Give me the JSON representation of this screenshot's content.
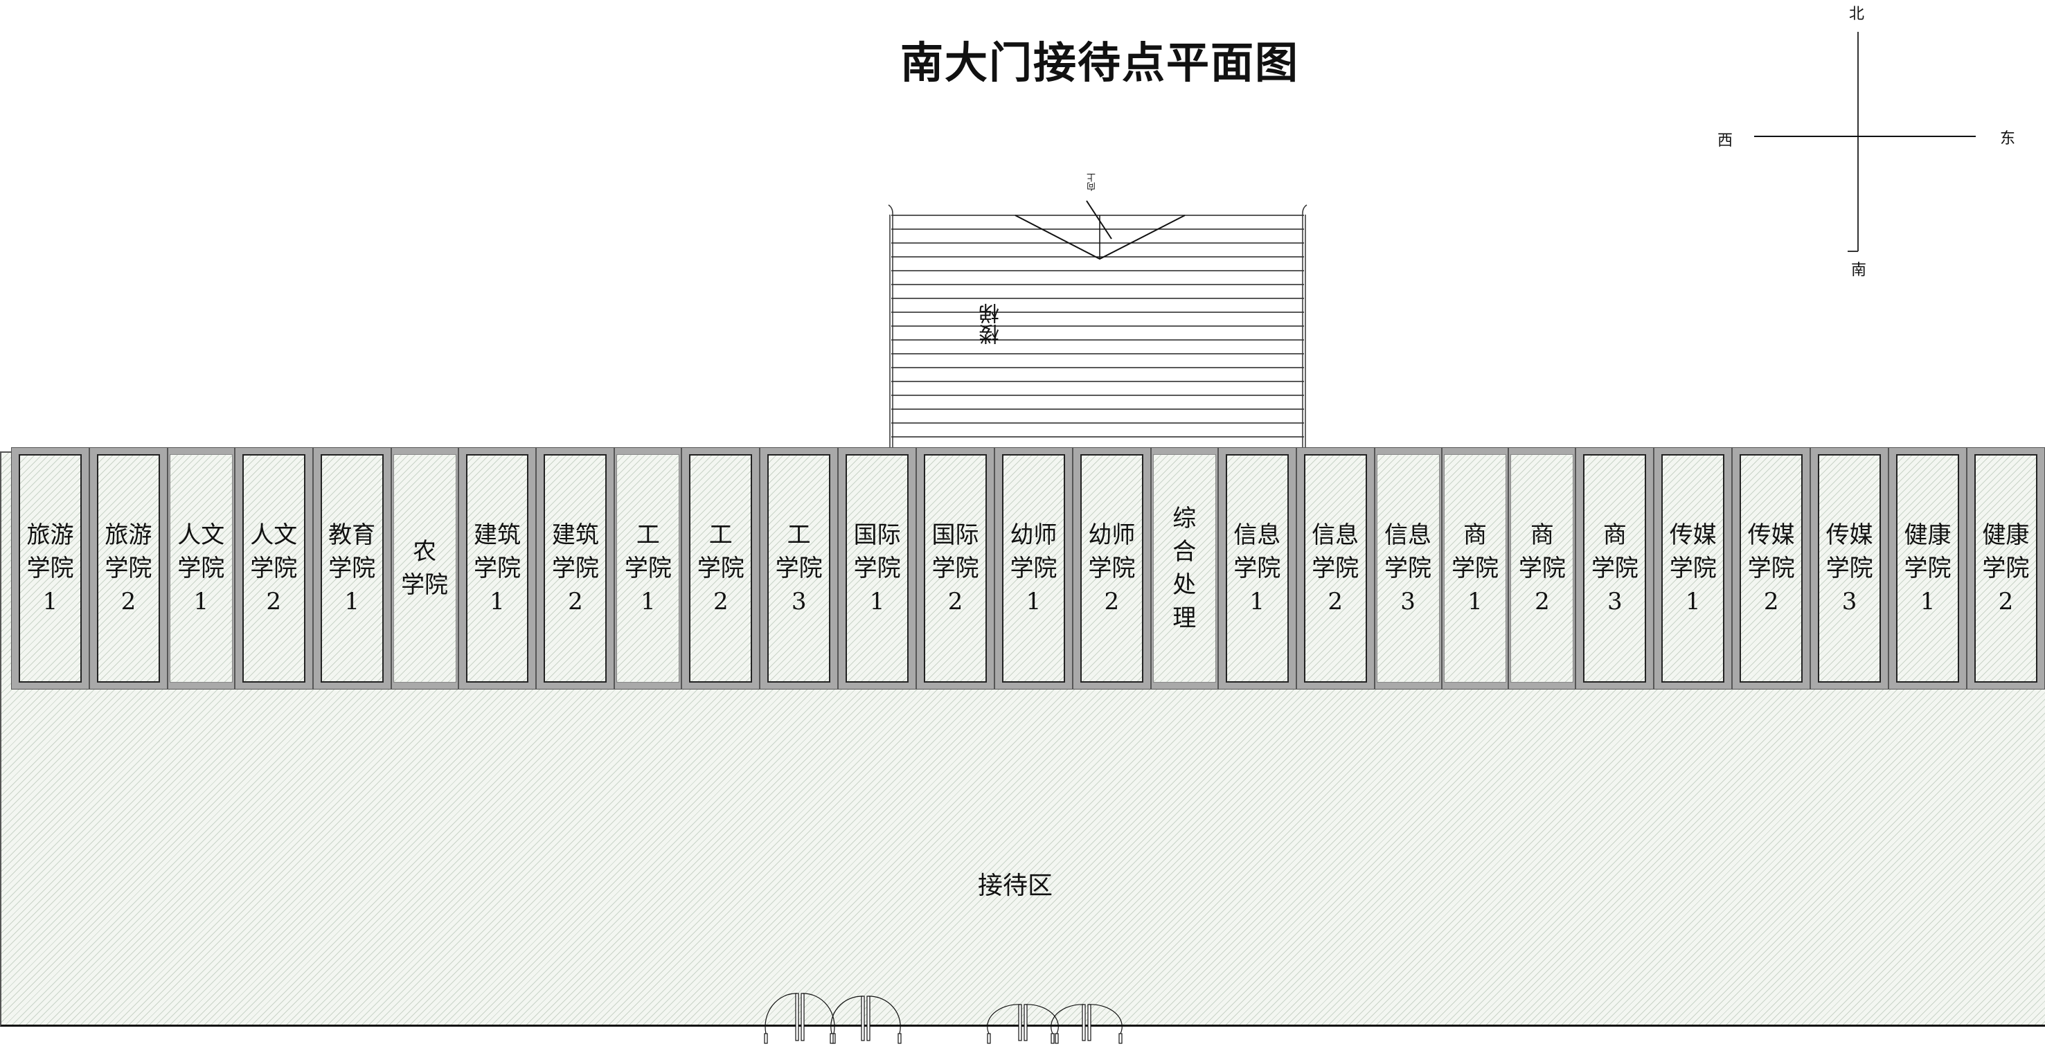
{
  "title": "南大门接待点平面图",
  "compass": {
    "north": "北",
    "south": "南",
    "east": "东",
    "west": "西"
  },
  "stairs": {
    "label": "楼梯",
    "direction_label": "向上"
  },
  "reception_area": {
    "label": "接待区"
  },
  "booths": [
    {
      "lines": [
        "旅游",
        "学院",
        "1"
      ],
      "frame": "thick"
    },
    {
      "lines": [
        "旅游",
        "学院",
        "2"
      ],
      "frame": "thick"
    },
    {
      "lines": [
        "人文",
        "学院",
        "1"
      ],
      "frame": "thin"
    },
    {
      "lines": [
        "人文",
        "学院",
        "2"
      ],
      "frame": "thick"
    },
    {
      "lines": [
        "教育",
        "学院",
        "1"
      ],
      "frame": "thick"
    },
    {
      "lines": [
        "农",
        "学院"
      ],
      "frame": "thin"
    },
    {
      "lines": [
        "建筑",
        "学院",
        "1"
      ],
      "frame": "thick"
    },
    {
      "lines": [
        "建筑",
        "学院",
        "2"
      ],
      "frame": "thick"
    },
    {
      "lines": [
        "工",
        "学院",
        "1"
      ],
      "frame": "thin"
    },
    {
      "lines": [
        "工",
        "学院",
        "2"
      ],
      "frame": "thick"
    },
    {
      "lines": [
        "工",
        "学院",
        "3"
      ],
      "frame": "thick"
    },
    {
      "lines": [
        "国际",
        "学院",
        "1"
      ],
      "frame": "thick"
    },
    {
      "lines": [
        "国际",
        "学院",
        "2"
      ],
      "frame": "thick"
    },
    {
      "lines": [
        "幼师",
        "学院",
        "1"
      ],
      "frame": "thick"
    },
    {
      "lines": [
        "幼师",
        "学院",
        "2"
      ],
      "frame": "thick"
    },
    {
      "lines": [
        "综",
        "合",
        "处",
        "理"
      ],
      "frame": "thin"
    },
    {
      "lines": [
        "信息",
        "学院",
        "1"
      ],
      "frame": "thick"
    },
    {
      "lines": [
        "信息",
        "学院",
        "2"
      ],
      "frame": "thick"
    },
    {
      "lines": [
        "信息",
        "学院",
        "3"
      ],
      "frame": "thin"
    },
    {
      "lines": [
        "商",
        "学院",
        "1"
      ],
      "frame": "thin"
    },
    {
      "lines": [
        "商",
        "学院",
        "2"
      ],
      "frame": "thin"
    },
    {
      "lines": [
        "商",
        "学院",
        "3"
      ],
      "frame": "thick"
    },
    {
      "lines": [
        "传媒",
        "学院",
        "1"
      ],
      "frame": "thick"
    },
    {
      "lines": [
        "传媒",
        "学院",
        "2"
      ],
      "frame": "thick"
    },
    {
      "lines": [
        "传媒",
        "学院",
        "3"
      ],
      "frame": "thick"
    },
    {
      "lines": [
        "健康",
        "学院",
        "1"
      ],
      "frame": "thick"
    },
    {
      "lines": [
        "健康",
        "学院",
        "2"
      ],
      "frame": "thick"
    }
  ],
  "colors": {
    "booth_frame": "#a9a9a9",
    "hatch_bg": "#f3f6f1",
    "line": "#111111"
  }
}
